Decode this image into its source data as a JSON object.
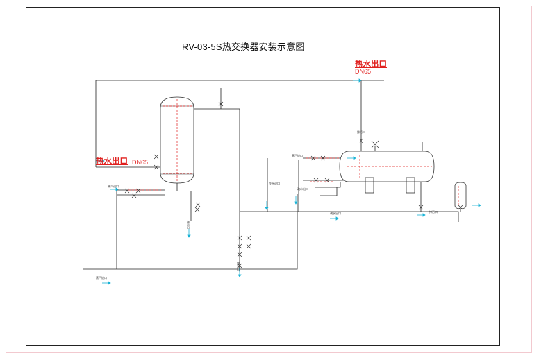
{
  "title": {
    "main": "RV-03-5S",
    "rest": "热交换器安装示意图"
  },
  "labels": {
    "hot_out_right": "热水出口",
    "hot_out_right_dn": "DN65",
    "hot_out_left": "热水出口",
    "hot_out_left_dn": "DN65",
    "steam_in_1": "蒸汽进口",
    "steam_in_2": "蒸汽进口",
    "steam_in_3": "蒸汽进口",
    "cold_in": "冷水进口",
    "drain_1": "排污口",
    "drain_2": "排污口",
    "drain_3": "排污口",
    "drain_4": "排污口",
    "cond_out": "疏水出口",
    "cond_out_2": "疏水出口"
  },
  "colors": {
    "pipe": "#222222",
    "red": "#e0201e",
    "flow": "#19b3d6",
    "vessel": "#333333"
  }
}
